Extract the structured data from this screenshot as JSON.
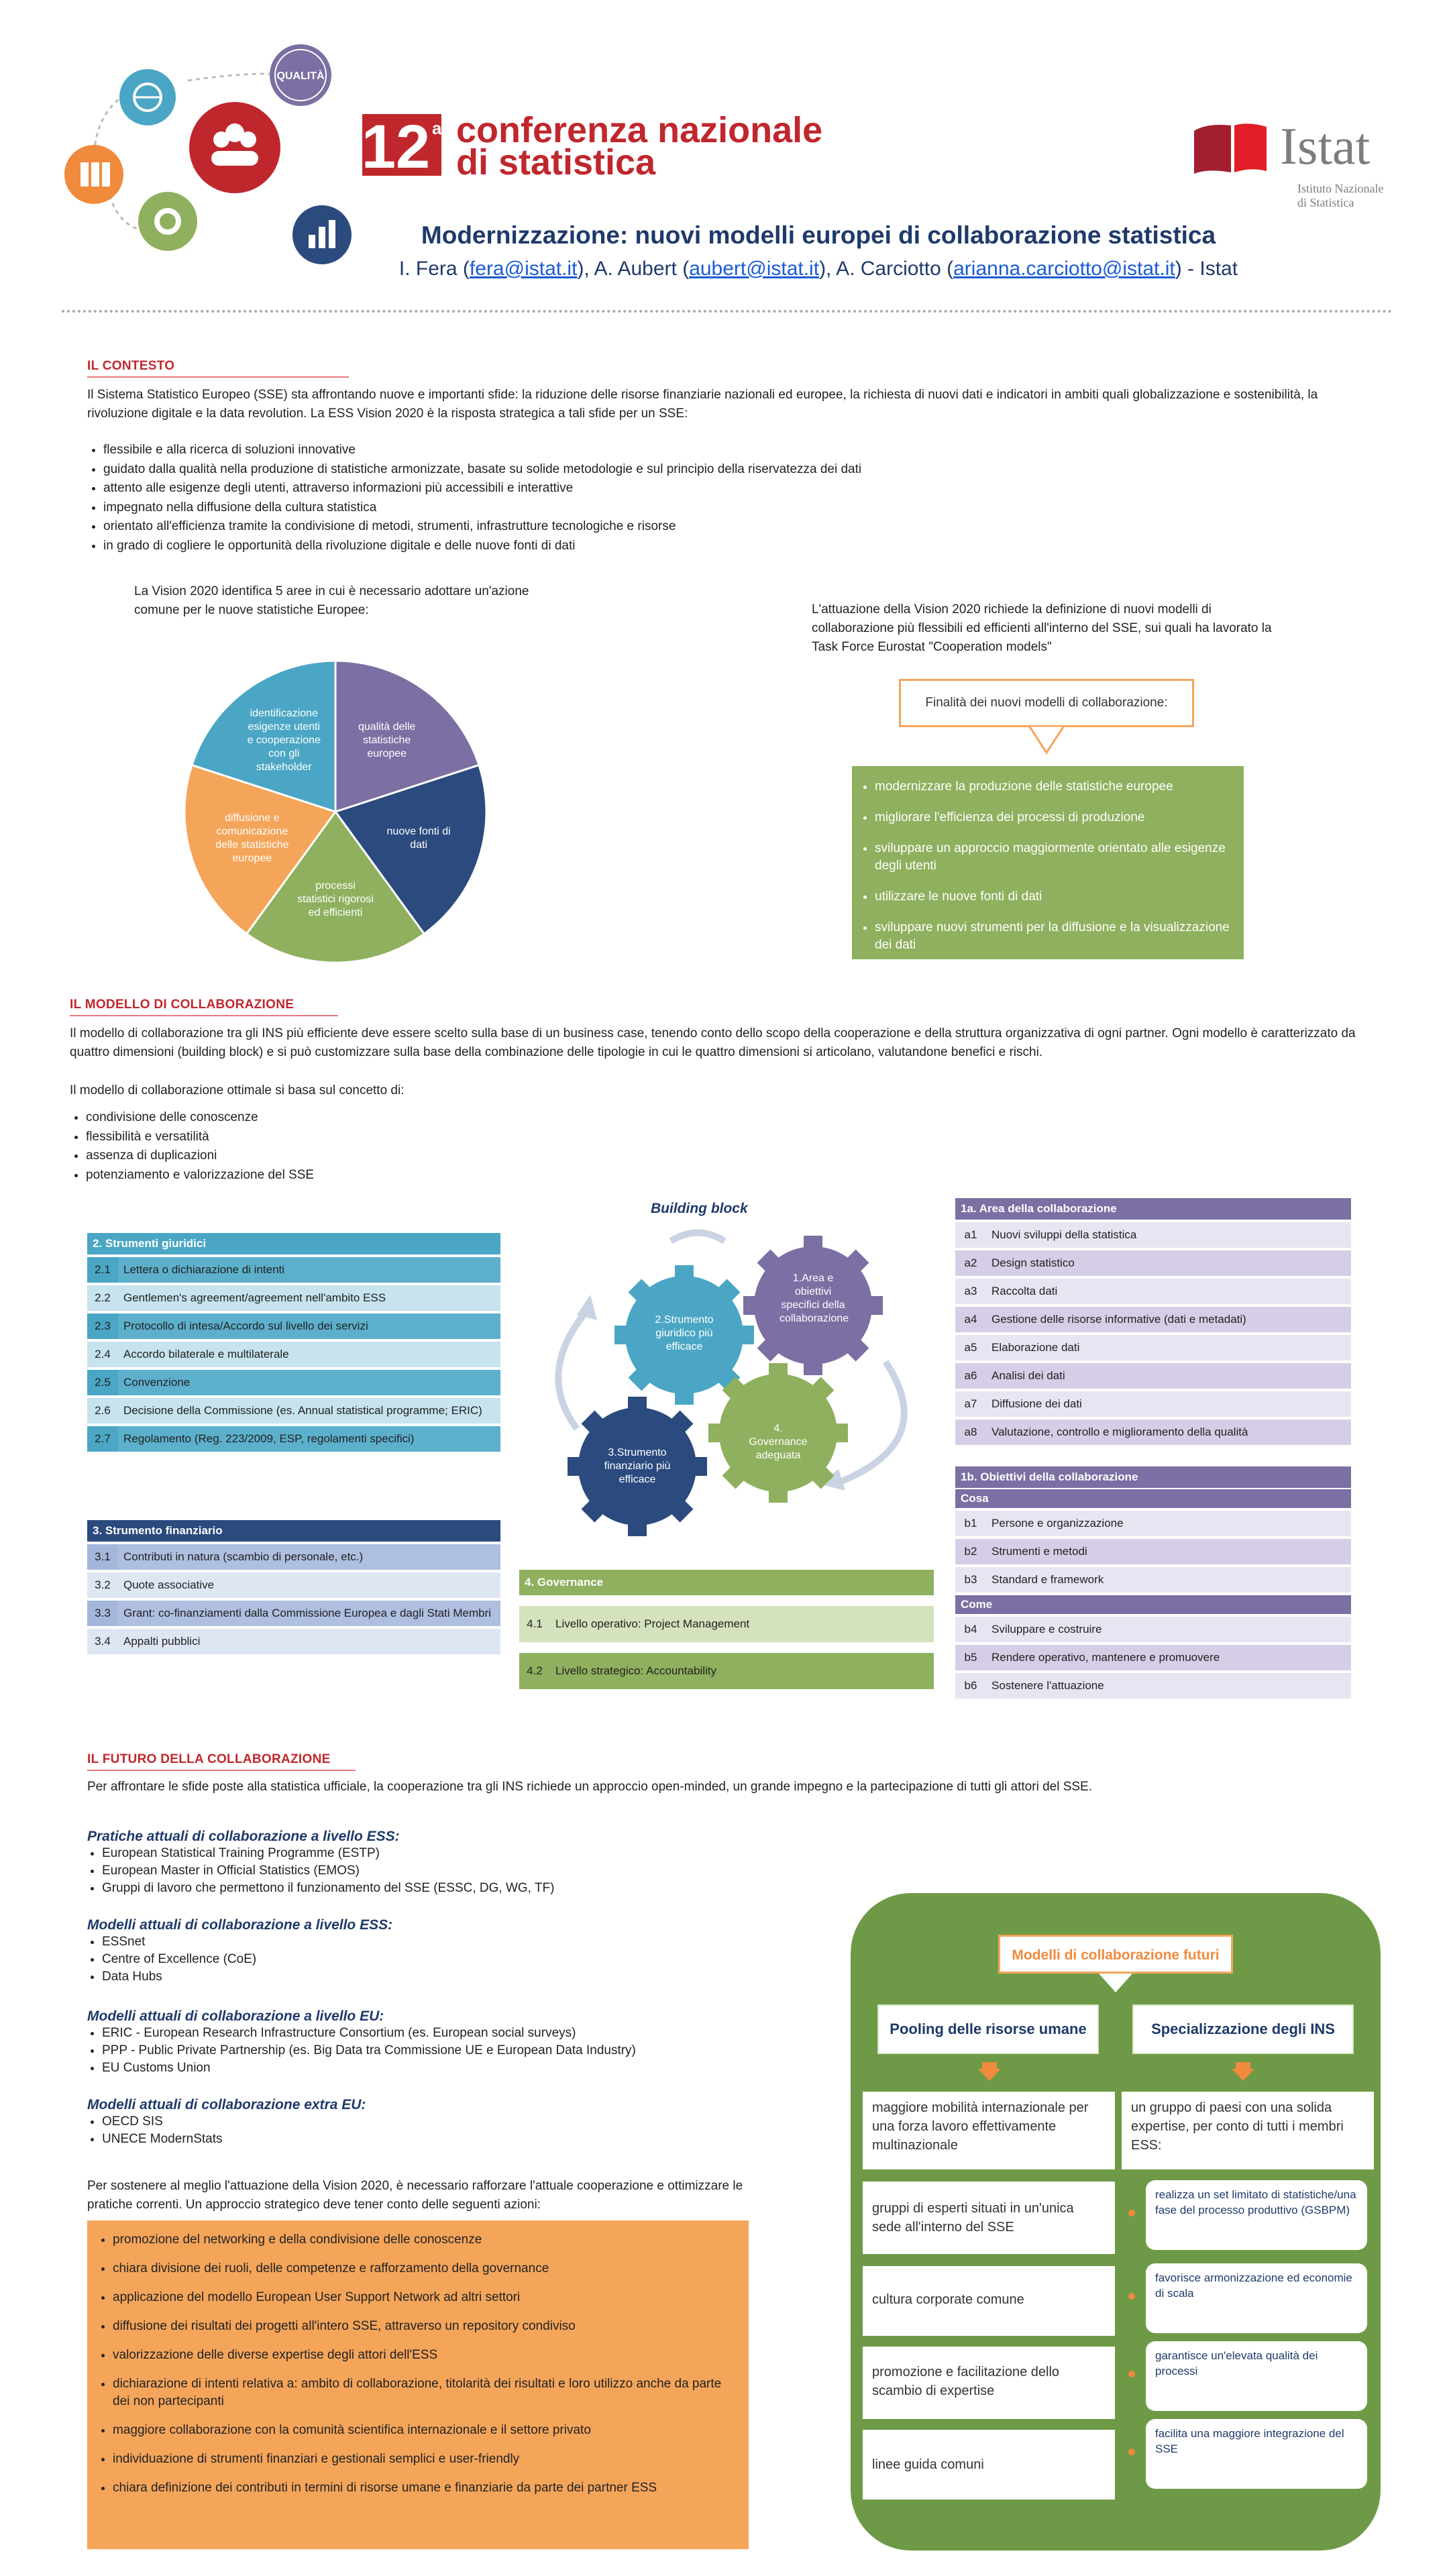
{
  "header": {
    "conference_number": "12",
    "conference_superscript": "a",
    "conference_line1": "conferenza nazionale",
    "conference_line2": "di statistica",
    "qualita_label": "QUALITÀ",
    "title": "Modernizzazione: nuovi modelli europei di collaborazione statistica",
    "authors": {
      "a1": "I. Fera (",
      "a1_email": "fera@istat.it",
      "a2": "), A. Aubert (",
      "a2_email": "aubert@istat.it",
      "a3": "), A. Carciotto (",
      "a3_email": "arianna.carciotto@istat.it",
      "a4": ") - Istat"
    },
    "istat_logo": "Istat",
    "istat_sub1": "Istituto Nazionale",
    "istat_sub2": "di Statistica"
  },
  "contesto": {
    "title": "IL CONTESTO",
    "para1": "Il Sistema Statistico Europeo (SSE) sta affrontando nuove e importanti sfide: la riduzione delle risorse finanziarie nazionali ed europee, la richiesta di nuovi dati e indicatori in ambiti quali globalizzazione e sostenibilità, la rivoluzione digitale e la data revolution. La ESS Vision 2020 è la risposta strategica a tali sfide per un SSE:",
    "bullets": [
      "flessibile e alla ricerca di soluzioni innovative",
      "guidato dalla qualità nella produzione di statistiche armonizzate, basate su solide metodologie e sul principio della riservatezza dei dati",
      "attento alle esigenze degli utenti, attraverso informazioni più accessibili e interattive",
      "impegnato nella diffusione della cultura statistica",
      "orientato all'efficienza tramite la condivisione di metodi, strumenti, infrastrutture tecnologiche e risorse",
      "in grado di cogliere le opportunità della rivoluzione digitale e delle nuove fonti di dati"
    ],
    "vision_text": "La Vision 2020 identifica 5 aree in cui è necessario adottare un'azione comune per le nuove statistiche Europee:",
    "attuazione_text": "L'attuazione della Vision 2020 richiede la definizione di nuovi modelli di collaborazione più flessibili ed efficienti all'interno del SSE, sui quali ha lavorato la Task Force Eurostat \"Cooperation models\"",
    "finalita_label": "Finalità dei nuovi modelli di collaborazione:",
    "finalita_items": [
      "modernizzare la produzione delle statistiche europee",
      "migliorare l'efficienza  dei processi di produzione",
      "sviluppare un approccio maggiormente orientato alle esigenze degli utenti",
      "utilizzare le nuove fonti di dati",
      "sviluppare nuovi strumenti per la diffusione e la visualizzazione dei dati"
    ]
  },
  "chart_data": {
    "type": "pie",
    "categories": [
      "qualità delle statistiche europee",
      "nuove fonti di dati",
      "processi statistici rigorosi ed efficienti",
      "diffusione e comunicazione delle statistiche europee",
      "identificazione esigenze utenti e cooperazione con gli stakeholder"
    ],
    "values": [
      20,
      20,
      20,
      20,
      20
    ],
    "colors": [
      "#7b6fa3",
      "#2b4a7e",
      "#8fb05e",
      "#f4a55a",
      "#4aa6c4"
    ]
  },
  "modello": {
    "title": "IL MODELLO DI COLLABORAZIONE",
    "para1": "Il modello di collaborazione tra gli INS più efficiente deve essere scelto sulla base di un business case, tenendo conto dello scopo della cooperazione e della struttura organizzativa di ogni partner. Ogni modello è caratterizzato da quattro dimensioni (building block) e si può customizzare sulla base della combinazione delle tipologie in cui le quattro dimensioni si articolano, valutandone benefici e rischi.",
    "para2": "Il modello di collaborazione ottimale si basa sul concetto di:",
    "bullets": [
      "condivisione delle conoscenze",
      "flessibilità e versatilità",
      "assenza di duplicazioni",
      "potenziamento e valorizzazione del SSE"
    ],
    "building_block_title": "Building block",
    "gears": {
      "g1": "1.Area e obiettivi specifici della collaborazione",
      "g2": "2.Strumento giuridico più efficace",
      "g3": "3.Strumento finanziario più efficace",
      "g4": "4. Governance adeguata"
    },
    "strumenti_giuridici": {
      "header": "2. Strumenti giuridici",
      "rows": [
        {
          "c": "2.1",
          "t": "Lettera o dichiarazione di intenti"
        },
        {
          "c": "2.2",
          "t": "Gentlemen's agreement/agreement nell'ambito ESS"
        },
        {
          "c": "2.3",
          "t": "Protocollo di intesa/Accordo sul livello dei servizi"
        },
        {
          "c": "2.4",
          "t": "Accordo bilaterale e multilaterale"
        },
        {
          "c": "2.5",
          "t": "Convenzione"
        },
        {
          "c": "2.6",
          "t": "Decisione della Commissione  (es. Annual statistical programme; ERIC)"
        },
        {
          "c": "2.7",
          "t": "Regolamento (Reg. 223/2009, ESP, regolamenti specifici)"
        }
      ]
    },
    "strumento_finanziario": {
      "header": "3. Strumento finanziario",
      "rows": [
        {
          "c": "3.1",
          "t": "Contributi in natura  (scambio di personale, etc.)"
        },
        {
          "c": "3.2",
          "t": "Quote associative"
        },
        {
          "c": "3.3",
          "t": "Grant:  co-finanziamenti  dalla  Commissione  Europea  e  dagli Stati  Membri"
        },
        {
          "c": "3.4",
          "t": "Appalti pubblici"
        }
      ]
    },
    "governance": {
      "header": "4. Governance",
      "rows": [
        {
          "c": "4.1",
          "t": "Livello operativo:  Project Management"
        },
        {
          "c": "4.2",
          "t": "Livello strategico:  Accountability"
        }
      ]
    },
    "area": {
      "header": "1a. Area  della collaborazione",
      "rows": [
        {
          "c": "a1",
          "t": "Nuovi sviluppi della statistica"
        },
        {
          "c": "a2",
          "t": "Design statistico"
        },
        {
          "c": "a3",
          "t": "Raccolta dati"
        },
        {
          "c": "a4",
          "t": "Gestione delle risorse informative (dati e metadati)"
        },
        {
          "c": "a5",
          "t": "Elaborazione dati"
        },
        {
          "c": "a6",
          "t": "Analisi dei dati"
        },
        {
          "c": "a7",
          "t": "Diffusione dei dati"
        },
        {
          "c": "a8",
          "t": "Valutazione, controllo e miglioramento della qualità"
        }
      ]
    },
    "obiettivi": {
      "header": "1b. Obiettivi della collaborazione",
      "cosa": "Cosa",
      "cosa_rows": [
        {
          "c": "b1",
          "t": "Persone e organizzazione"
        },
        {
          "c": "b2",
          "t": "Strumenti e metodi"
        },
        {
          "c": "b3",
          "t": "Standard e framework"
        }
      ],
      "come": "Come",
      "come_rows": [
        {
          "c": "b4",
          "t": "Sviluppare e costruire"
        },
        {
          "c": "b5",
          "t": "Rendere operativo, mantenere e promuovere"
        },
        {
          "c": "b6",
          "t": "Sostenere l'attuazione"
        }
      ]
    }
  },
  "futuro": {
    "title": "IL FUTURO DELLA COLLABORAZIONE",
    "intro": "Per affrontare le sfide poste alla statistica ufficiale, la cooperazione tra gli INS richiede un approccio open-minded, un grande impegno e la partecipazione di tutti gli attori del SSE.",
    "groups": [
      {
        "title": "Pratiche attuali di collaborazione a livello ESS:",
        "items": [
          "European Statistical Training Programme (ESTP)",
          "European Master in Official Statistics (EMOS)",
          "Gruppi di lavoro che permettono il funzionamento del SSE (ESSC, DG, WG, TF)"
        ]
      },
      {
        "title": "Modelli attuali di collaborazione a livello ESS:",
        "items": [
          "ESSnet",
          "Centre of Excellence (CoE)",
          "Data Hubs"
        ]
      },
      {
        "title": "Modelli attuali di collaborazione a livello EU:",
        "items": [
          "ERIC - European Research Infrastructure Consortium (es. European social surveys)",
          "PPP - Public Private Partnership (es. Big Data tra Commissione UE e European Data Industry)",
          "EU Customs Union"
        ]
      },
      {
        "title": "Modelli attuali di collaborazione extra EU:",
        "items": [
          "OECD SIS",
          "UNECE ModernStats"
        ]
      }
    ],
    "sostenere": "Per sostenere al meglio l'attuazione della Vision 2020, è necessario rafforzare l'attuale cooperazione e ottimizzare le pratiche correnti. Un approccio strategico deve tener conto delle seguenti azioni:",
    "azioni": [
      "promozione del networking e della condivisione delle conoscenze",
      "chiara divisione dei ruoli, delle competenze e rafforzamento della governance",
      "applicazione del modello European User Support Network ad altri settori",
      "diffusione dei risultati dei progetti all'intero SSE, attraverso un repository condiviso",
      "valorizzazione delle diverse expertise degli attori dell'ESS",
      "dichiarazione di intenti relativa a: ambito di collaborazione, titolarità dei risultati e loro utilizzo anche da parte dei non partecipanti",
      "maggiore collaborazione con la comunità scientifica internazionale e il settore privato",
      "individuazione di strumenti finanziari e gestionali semplici e user-friendly",
      "chiara definizione dei contributi in termini di risorse umane e finanziarie da parte dei partner ESS"
    ],
    "futuri_title": "Modelli di collaborazione futuri",
    "pooling": "Pooling delle risorse umane",
    "specializzazione": "Specializzazione degli INS",
    "left_boxes": [
      "maggiore mobilità internazionale per una forza lavoro effettivamente multinazionale",
      "gruppi di esperti situati in un'unica sede all'interno del SSE",
      "cultura corporate comune",
      "promozione e facilitazione dello scambio di expertise",
      "linee guida comuni"
    ],
    "right_intro": "un gruppo di paesi con una solida expertise, per conto di tutti i membri ESS:",
    "right_boxes": [
      "realizza un set limitato di statistiche/una fase del processo produttivo (GSBPM)",
      "favorisce armonizzazione ed economie di scala",
      "garantisce un'elevata qualità dei processi",
      "facilita una maggiore integrazione del SSE"
    ]
  }
}
